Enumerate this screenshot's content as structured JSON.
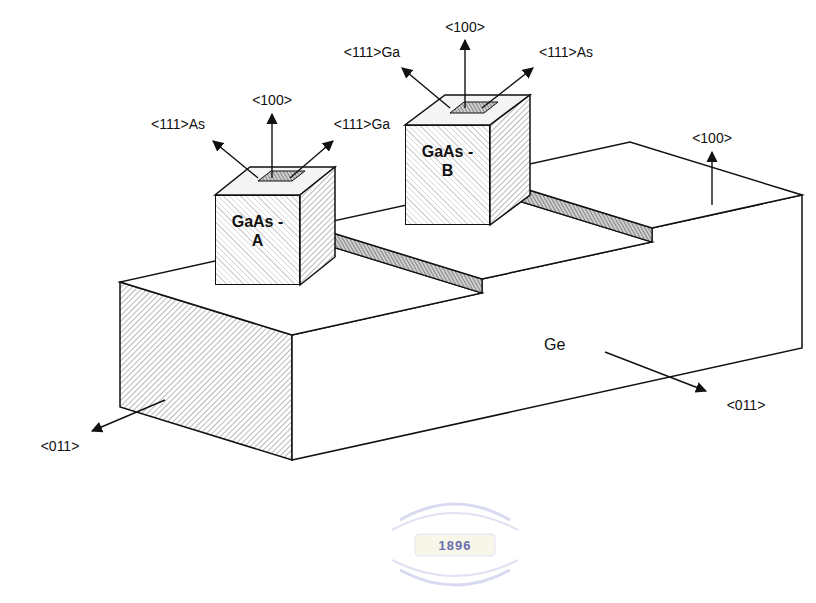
{
  "diagram": {
    "nodes": [
      {
        "text": [
          "GaAs -A"
        ]
      },
      {
        "text": [
          "GaAs -B"
        ]
      },
      {
        "text": [
          "Ge"
        ]
      }
    ],
    "labels": [
      "<111>Ga",
      "<100>",
      "<111>As",
      "<111>As",
      "<100>",
      "<111>Ga",
      "<100>",
      "<011>",
      "<011>",
      "1896"
    ]
  }
}
